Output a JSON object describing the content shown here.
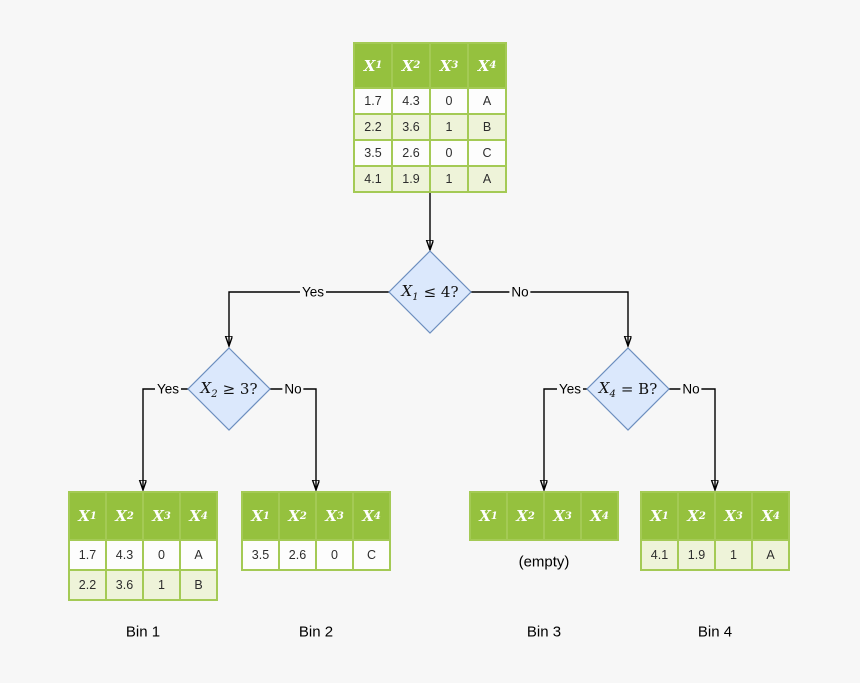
{
  "palette": {
    "background": "#f7f7f7",
    "table_header_green": "#95c13e",
    "table_border_green": "#a4ca55",
    "row_shaded_green": "#eef3d9",
    "row_plain": "#fdfdfd",
    "diamond_fill": "#dbe8fc",
    "diamond_stroke": "#6c8ebf",
    "connector": "#000000"
  },
  "columns": [
    {
      "base": "X",
      "sub": "1"
    },
    {
      "base": "X",
      "sub": "2"
    },
    {
      "base": "X",
      "sub": "3"
    },
    {
      "base": "X",
      "sub": "4"
    }
  ],
  "root_table": {
    "rows": [
      [
        "1.7",
        "4.3",
        "0",
        "A"
      ],
      [
        "2.2",
        "3.6",
        "1",
        "B"
      ],
      [
        "3.5",
        "2.6",
        "0",
        "C"
      ],
      [
        "4.1",
        "1.9",
        "1",
        "A"
      ]
    ]
  },
  "decisions": {
    "d1": {
      "var_base": "X",
      "var_sub": "1",
      "cond": "≤ 4?",
      "yes": "Yes",
      "no": "No"
    },
    "d2": {
      "var_base": "X",
      "var_sub": "2",
      "cond": "≥ 3?",
      "yes": "Yes",
      "no": "No"
    },
    "d3": {
      "var_base": "X",
      "var_sub": "4",
      "cond": "= B?",
      "yes": "Yes",
      "no": "No"
    }
  },
  "bins": {
    "bin1": {
      "label": "Bin 1",
      "rows": [
        [
          "1.7",
          "4.3",
          "0",
          "A"
        ],
        [
          "2.2",
          "3.6",
          "1",
          "B"
        ]
      ]
    },
    "bin2": {
      "label": "Bin 2",
      "rows": [
        [
          "3.5",
          "2.6",
          "0",
          "C"
        ]
      ]
    },
    "bin3": {
      "label": "Bin 3",
      "empty_text": "(empty)"
    },
    "bin4": {
      "label": "Bin 4",
      "rows": [
        [
          "4.1",
          "1.9",
          "1",
          "A"
        ]
      ]
    }
  }
}
